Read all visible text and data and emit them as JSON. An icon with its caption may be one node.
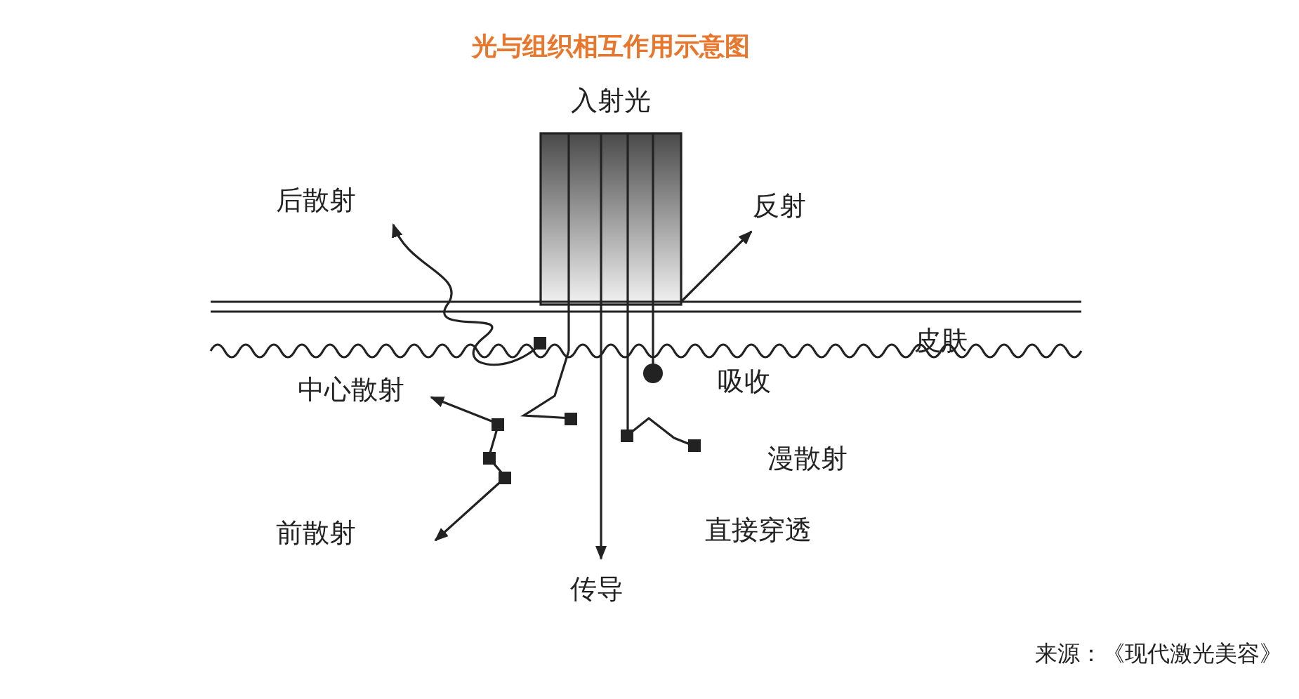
{
  "diagram": {
    "title": "光与组织相互作用示意图",
    "caption": "来源：《现代激光美容》",
    "labels": [
      "入射光",
      "后散射",
      "反射",
      "皮肤",
      "中心散射",
      "吸收",
      "漫散射",
      "前散射",
      "直接穿透",
      "传导"
    ]
  }
}
